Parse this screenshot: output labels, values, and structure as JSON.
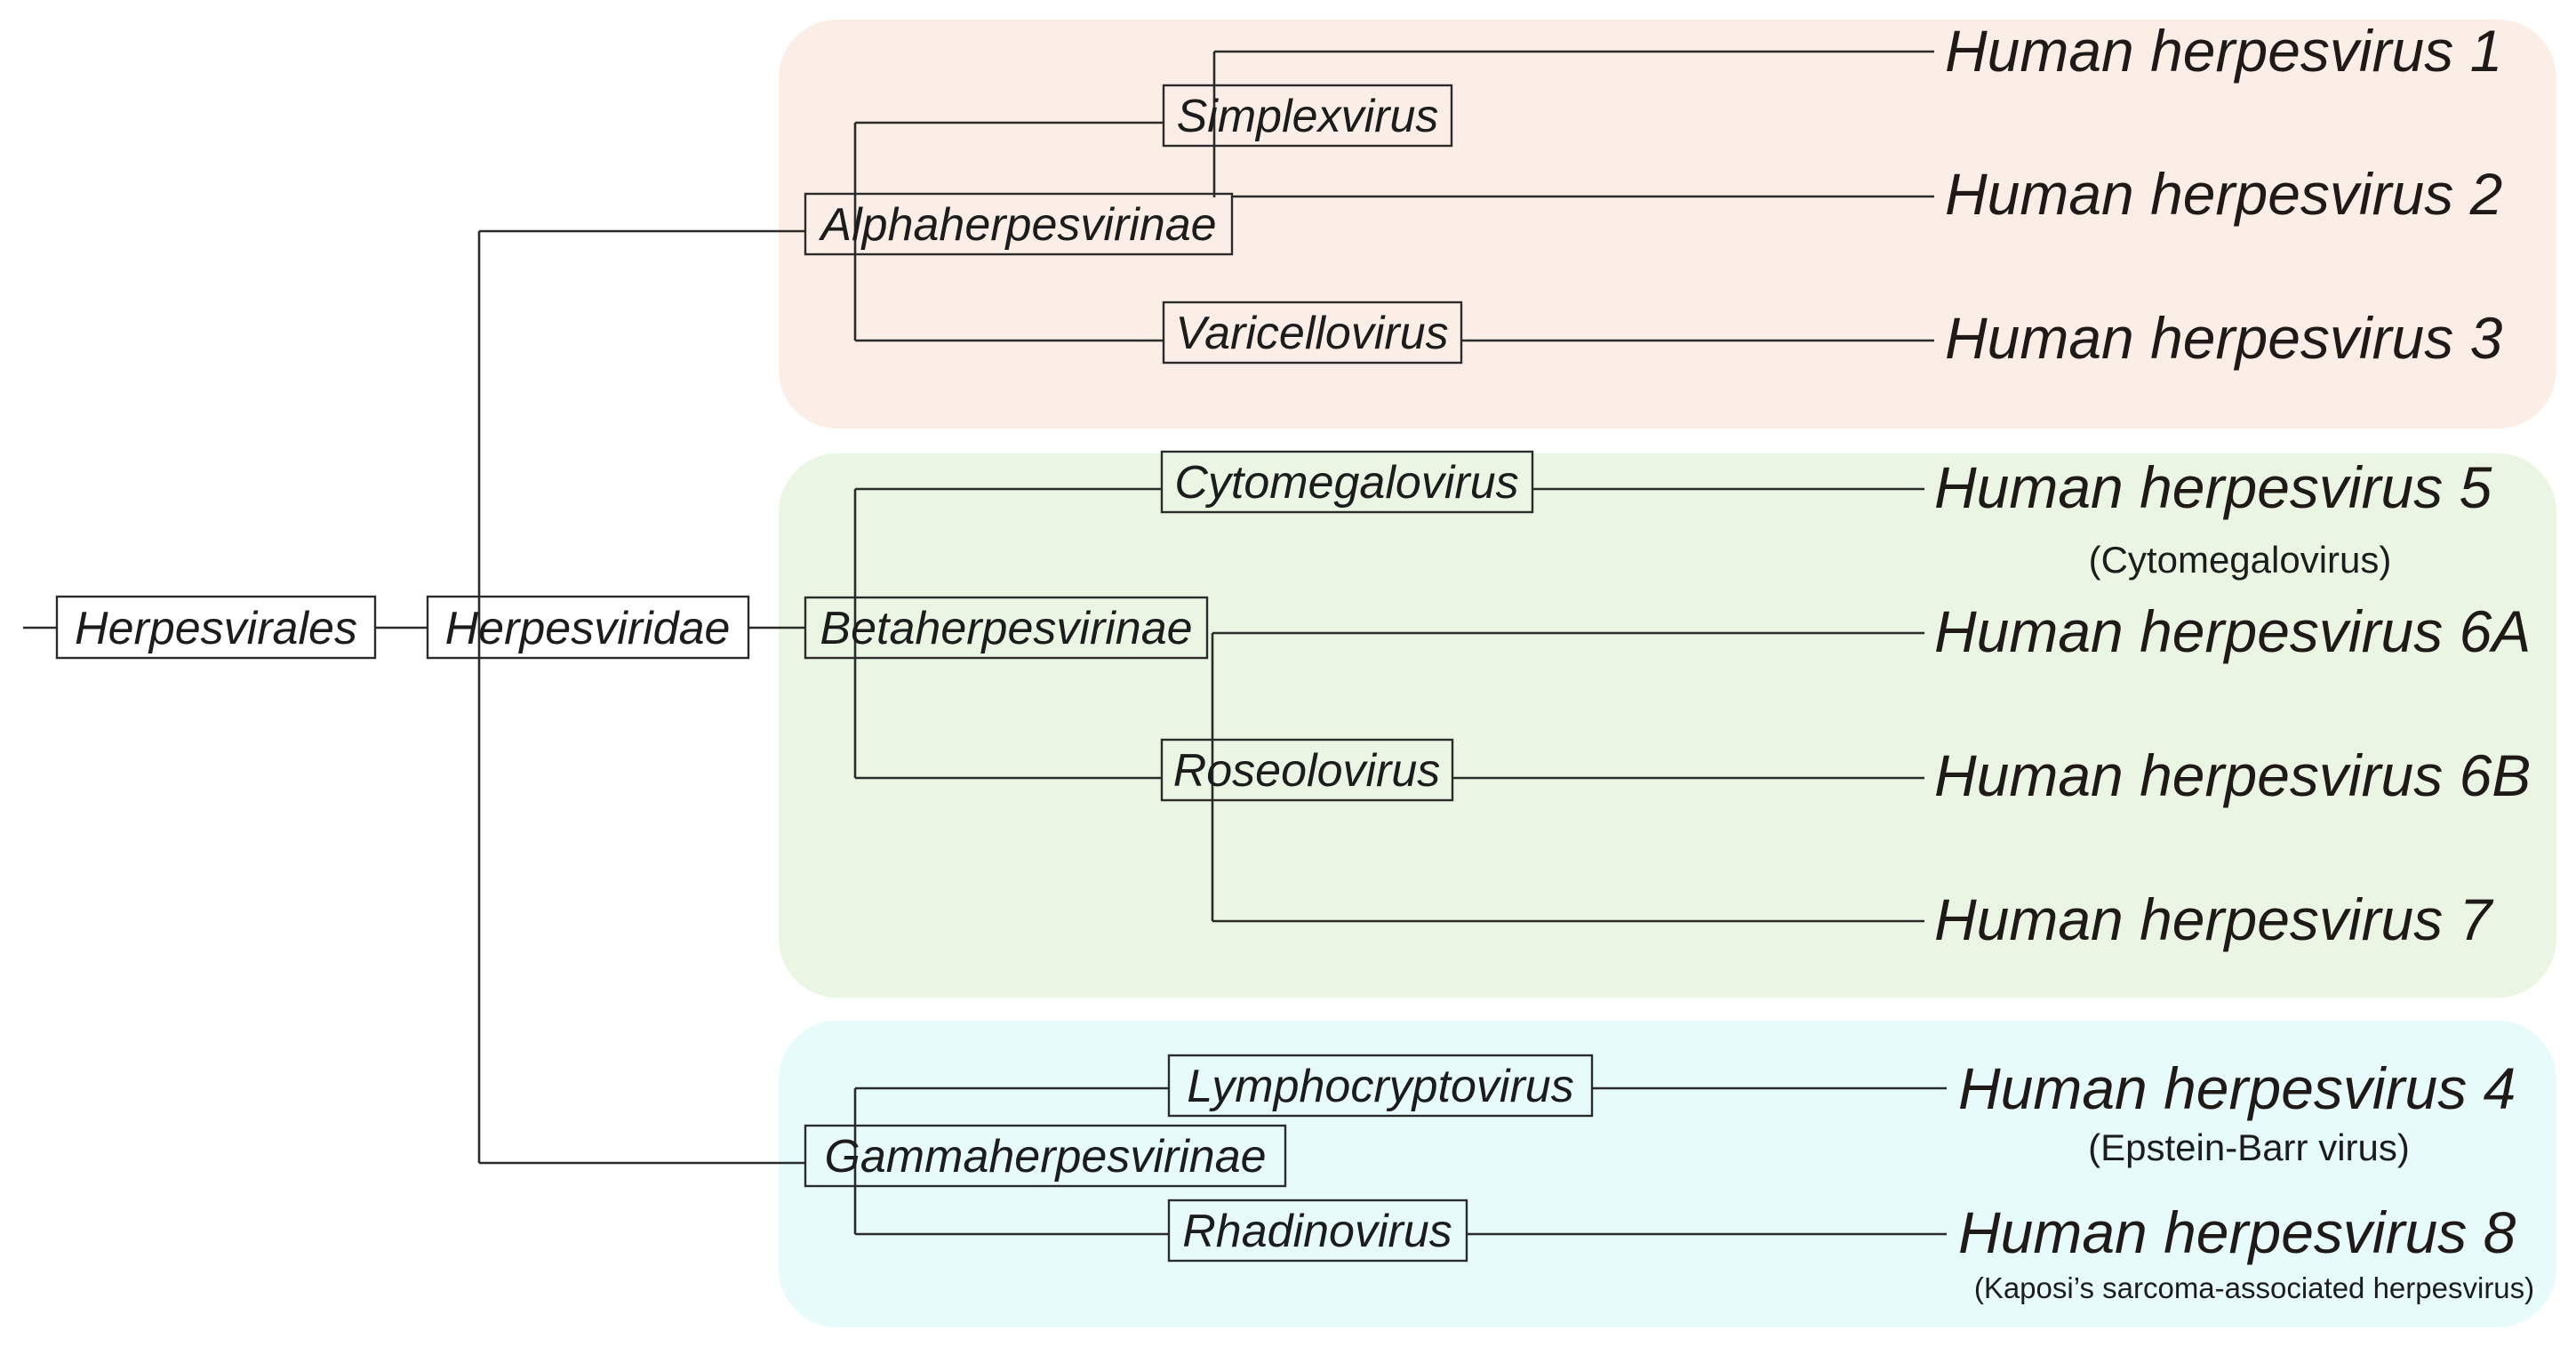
{
  "colors": {
    "alpha_band": "#fbeee6",
    "beta_band": "#eaf6e3",
    "gamma_band": "#e8fbfb",
    "line": "#2b2b2b"
  },
  "nodes": {
    "order": "Herpesvirales",
    "family": "Herpesviridae",
    "alpha": "Alphaherpesvirinae",
    "beta": "Betaherpesvirinae",
    "gamma": "Gammaherpesvirinae",
    "simplex": "Simplexvirus",
    "varicello": "Varicellovirus",
    "cytomegalo": "Cytomegalovirus",
    "roseolo": "Roseolovirus",
    "lymphocrypto": "Lymphocryptovirus",
    "rhadino": "Rhadinovirus"
  },
  "species": {
    "hhv1": "Human herpesvirus 1",
    "hhv2": "Human herpesvirus 2",
    "hhv3": "Human herpesvirus 3",
    "hhv5": "Human herpesvirus 5",
    "hhv5_note": "(Cytomegalovirus)",
    "hhv6a": "Human herpesvirus 6A",
    "hhv6b": "Human herpesvirus 6B",
    "hhv7": "Human herpesvirus 7",
    "hhv4": "Human herpesvirus 4",
    "hhv4_note": "(Epstein-Barr virus)",
    "hhv8": "Human herpesvirus 8",
    "hhv8_note": "(Kaposi’s sarcoma-associated herpesvirus)"
  }
}
